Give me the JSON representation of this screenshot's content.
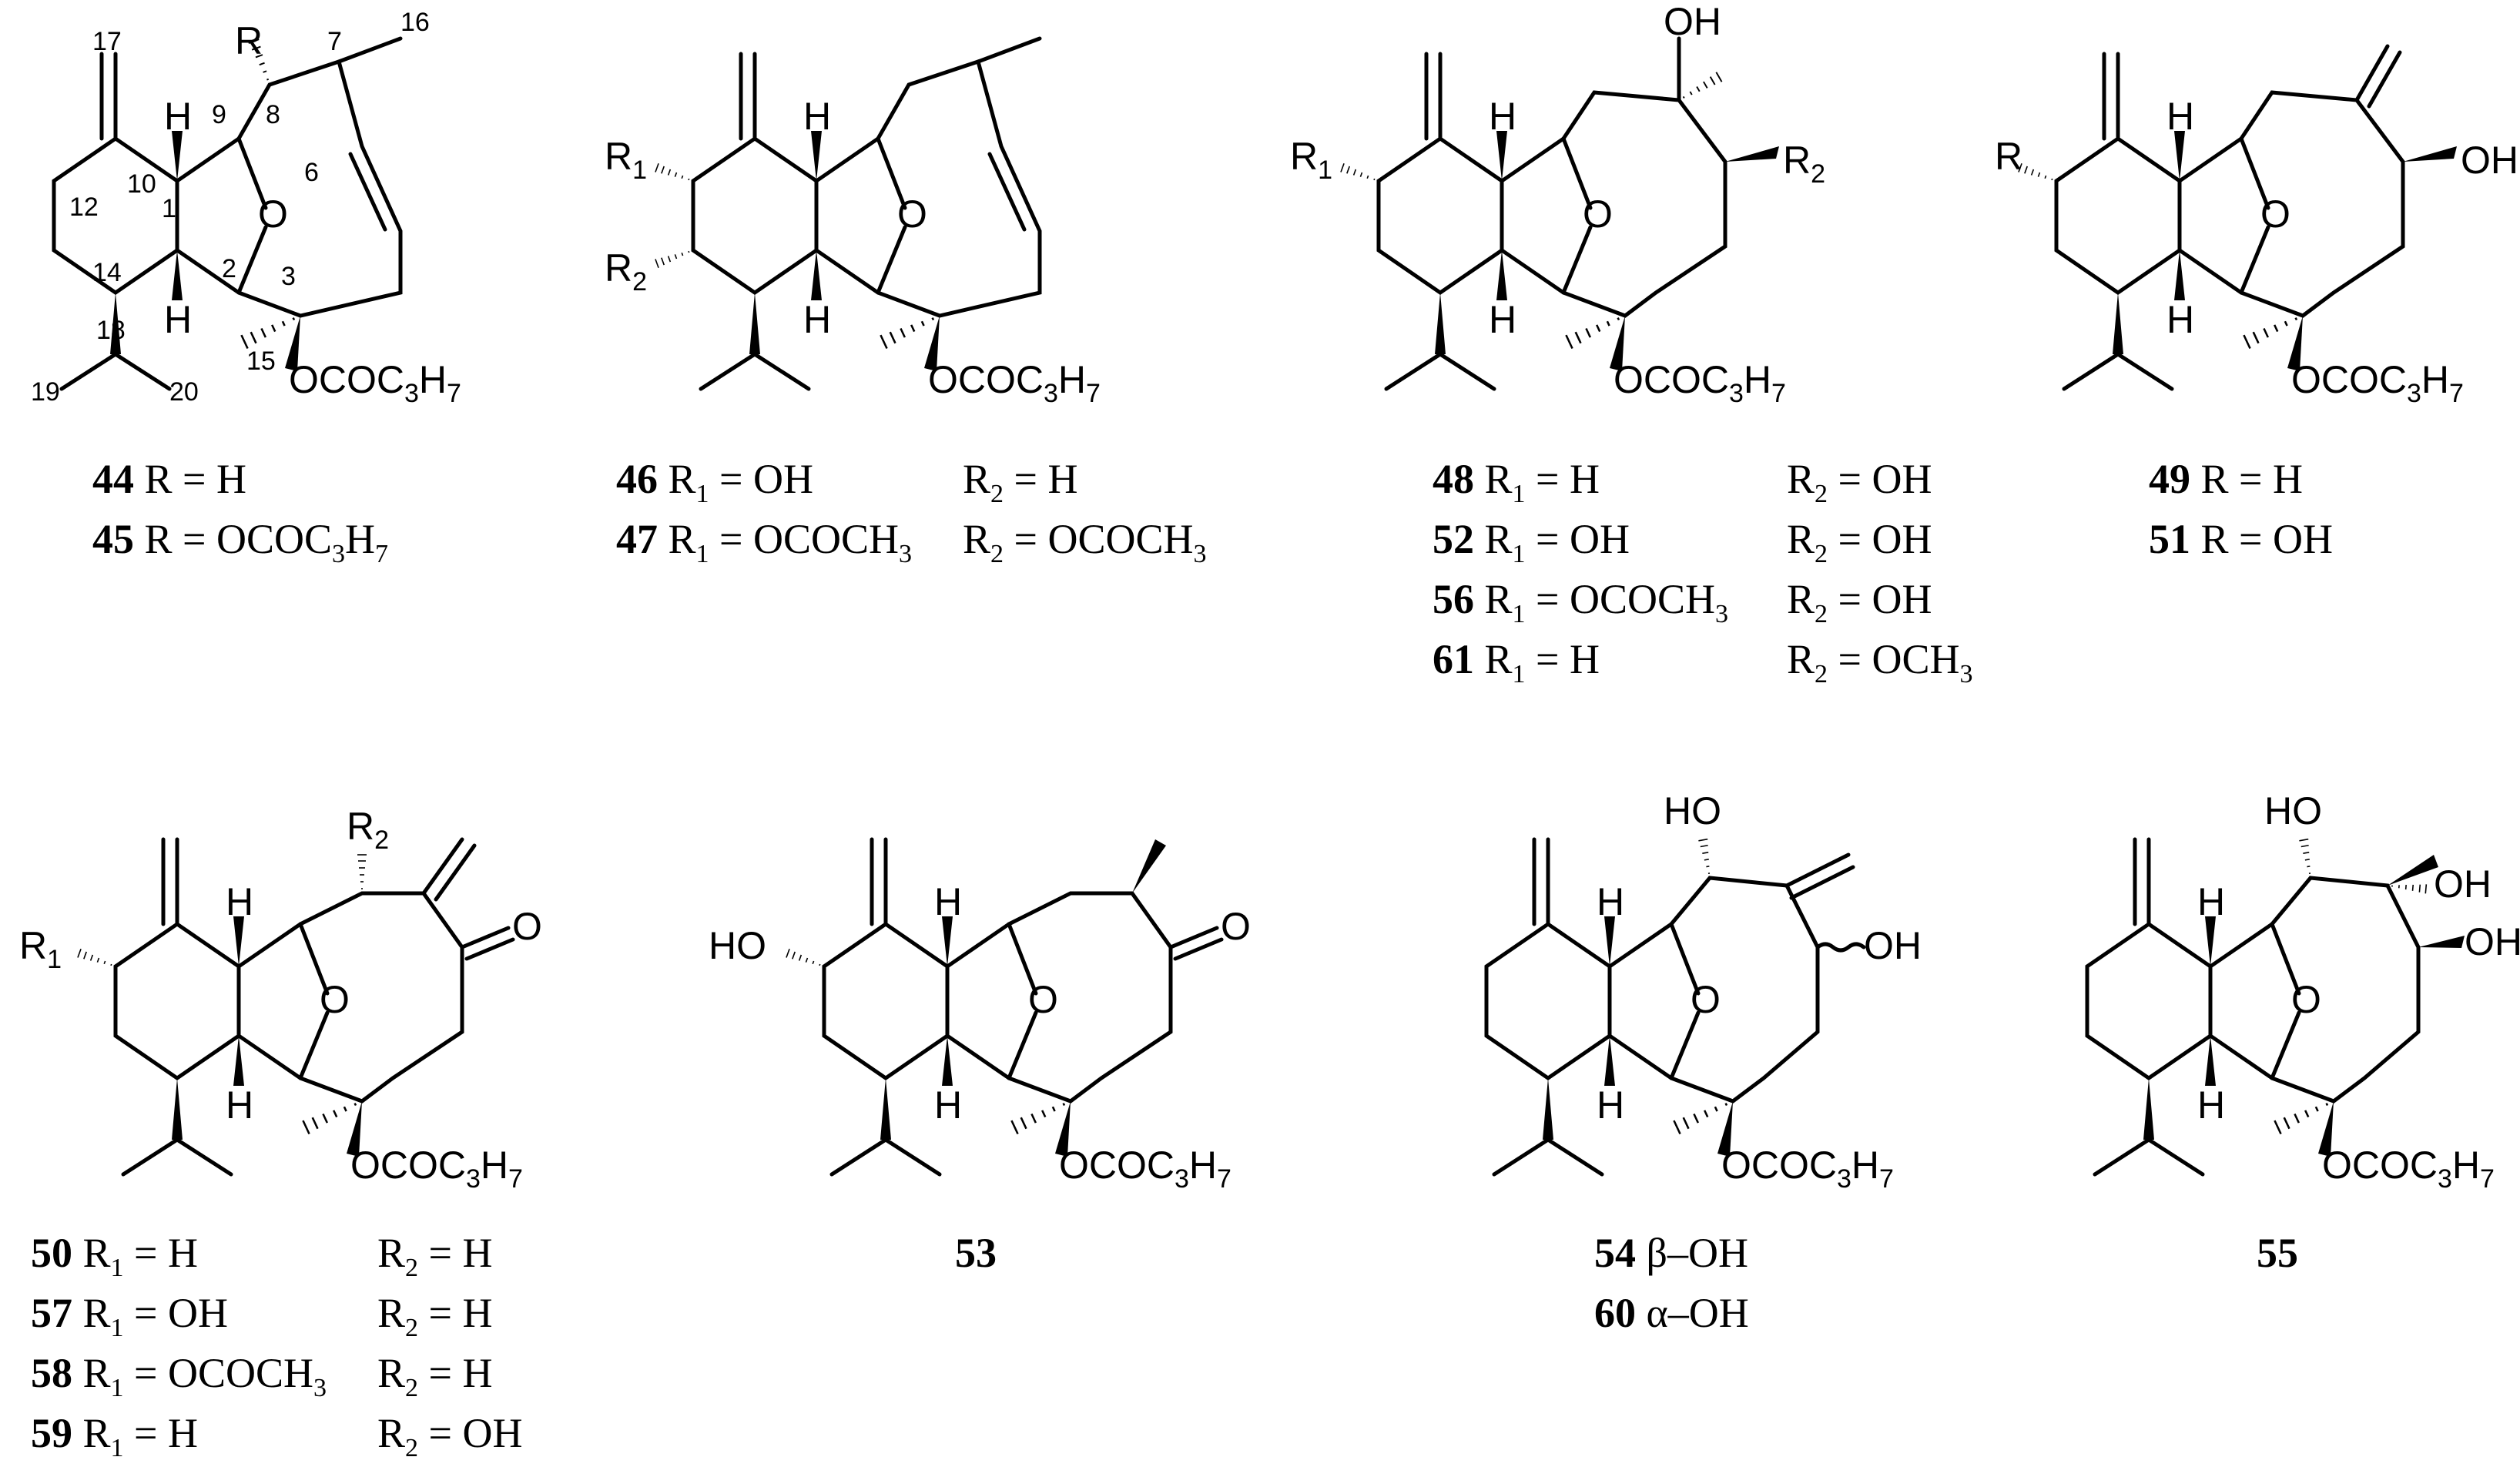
{
  "compounds": [
    {
      "R_label": "R",
      "atom_labels": [
        "H",
        "H",
        "O",
        "OCOC3H7"
      ],
      "locants": [
        "1",
        "2",
        "3",
        "6",
        "7",
        "8",
        "9",
        "10",
        "12",
        "14",
        "15",
        "16",
        "17",
        "18",
        "19",
        "20"
      ],
      "captions": [
        {
          "num": "44",
          "text": "R = H"
        },
        {
          "num": "45",
          "text": "R = OCOC3H7"
        }
      ]
    },
    {
      "R1_label": "R1",
      "R2_label": "R2",
      "atom_labels": [
        "H",
        "H",
        "O",
        "OCOC3H7"
      ],
      "captions": [
        {
          "num": "46",
          "r1": "R1 = OH",
          "r2": "R2 = H"
        },
        {
          "num": "47",
          "r1": "R1 = OCOCH3",
          "r2": "R2 = OCOCH3"
        }
      ]
    },
    {
      "R1_label": "R1",
      "R2_label": "R2",
      "atom_labels": [
        "OH",
        "H",
        "H",
        "O",
        "OCOC3H7"
      ],
      "captions": [
        {
          "num": "48",
          "r1": "R1 = H",
          "r2": "R2 = OH"
        },
        {
          "num": "52",
          "r1": "R1 = OH",
          "r2": "R2 = OH"
        },
        {
          "num": "56",
          "r1": "R1 = OCOCH3",
          "r2": "R2 = OH"
        },
        {
          "num": "61",
          "r1": "R1 = H",
          "r2": "R2 = OCH3"
        }
      ]
    },
    {
      "R_label": "R",
      "atom_labels": [
        "OH",
        "H",
        "H",
        "O",
        "OCOC3H7"
      ],
      "captions": [
        {
          "num": "49",
          "text": "R = H"
        },
        {
          "num": "51",
          "text": "R = OH"
        }
      ]
    },
    {
      "R1_label": "R1",
      "R2_label": "R2",
      "atom_labels": [
        "H",
        "H",
        "O",
        "O",
        "OCOC3H7"
      ],
      "captions": [
        {
          "num": "50",
          "r1": "R1 = H",
          "r2": "R2 = H"
        },
        {
          "num": "57",
          "r1": "R1 = OH",
          "r2": "R2 = H"
        },
        {
          "num": "58",
          "r1": "R1 = OCOCH3",
          "r2": "R2 = H"
        },
        {
          "num": "59",
          "r1": "R1 = H",
          "r2": "R2 = OH"
        }
      ]
    },
    {
      "atom_labels": [
        "HO",
        "H",
        "H",
        "O",
        "O",
        "OCOC3H7"
      ],
      "captions": [
        {
          "num": "53",
          "text": ""
        }
      ]
    },
    {
      "atom_labels": [
        "HO",
        "OH",
        "H",
        "H",
        "O",
        "OCOC3H7"
      ],
      "captions": [
        {
          "num": "54",
          "text": "β–OH"
        },
        {
          "num": "60",
          "text": "α–OH"
        }
      ]
    },
    {
      "atom_labels": [
        "HO",
        "OH",
        "OH",
        "H",
        "H",
        "O",
        "OCOC3H7"
      ],
      "captions": [
        {
          "num": "55",
          "text": ""
        }
      ]
    }
  ]
}
